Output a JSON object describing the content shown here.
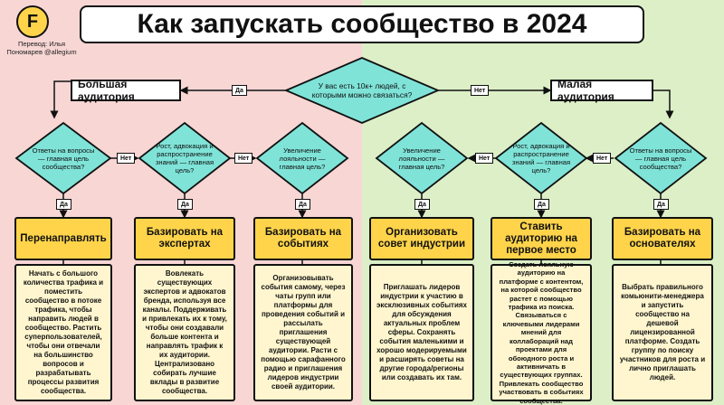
{
  "header": {
    "logo_letter": "F",
    "credit": "Перевод: Илья Пономарев @allegium",
    "title": "Как запускать сообщество в 2024"
  },
  "center_question": "У вас есть 10к+ людей, с которыми можно связаться?",
  "left_branch": {
    "label": "Большая аудитория",
    "answer": "Да"
  },
  "right_branch": {
    "label": "Малая аудитория",
    "answer": "Нет"
  },
  "diamonds": {
    "d1": "Ответы на вопросы — главная цель сообщества?",
    "d2": "Рост, адвокация и распространение знаний — главная цель?",
    "d3": "Увеличение лояльности — главная цель?",
    "d4": "Увеличение лояльности — главная цель?",
    "d5": "Рост, адвокация и распространение знаний — главная цель?",
    "d6": "Ответы на вопросы — главная цель сообщества?"
  },
  "tags": {
    "yes": "Да",
    "no": "Нет"
  },
  "cards": [
    {
      "title": "Перенаправлять",
      "text": "Начать с большого количества трафика и поместить сообщество в потоке трафика, чтобы направить людей в сообщество. Растить суперпользователей, чтобы они отвечали на большинство вопросов и разрабатывать процессы развития сообщества."
    },
    {
      "title": "Базировать на экспертах",
      "text": "Вовлекать существующих экспертов и адвокатов бренда, используя все каналы. Поддерживать и привлекать их к тому, чтобы они создавали больше контента и направлять трафик к их аудитории. Централизовано собирать лучшие вклады в развитие сообщества."
    },
    {
      "title": "Базировать на событиях",
      "text": "Организовывать события самому, через чаты групп или платформы для проведения событий и рассылать приглашения существующей аудитории. Расти с помощью сарафанного радио и приглашения лидеров индустрии своей аудитории."
    },
    {
      "title": "Организовать совет индустрии",
      "text": "Приглашать лидеров индустрии к участию в эксклюзивных событиях для обсуждения актуальных проблем сферы. Сохранять события маленькими и хорошо модерируемыми и расширять советы на другие города/регионы или создавать их там."
    },
    {
      "title": "Ставить аудиторию на первое место",
      "text": "Создать лояльную аудиторию на платформе с контентом, на которой сообщество растет с помощью трафика из поиска. Связываться с ключевыми лидерами мнений для коллабораций над проектами для обоюдного роста и активничать в существующих группах. Привлекать сообщество участвовать в событиях сообщества."
    },
    {
      "title": "Базировать на основателях",
      "text": "Выбрать правильного комьюнити-менеджера и запустить сообщество на дешевой лицензированной платформе. Создать группу по поиску участников для роста и лично приглашать людей."
    }
  ],
  "colors": {
    "left_bg": "#f7d6d4",
    "right_bg": "#dcefc7",
    "diamond": "#7fe3d8",
    "card_header": "#ffd44a",
    "card_body": "#fff6cf"
  }
}
